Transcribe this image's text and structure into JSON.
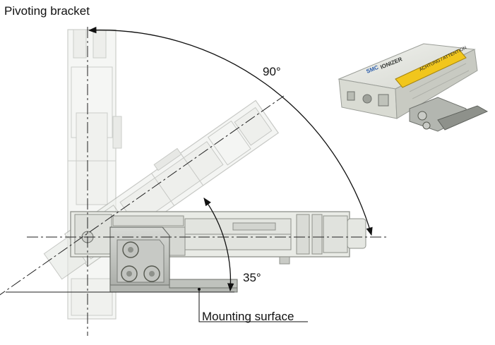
{
  "labels": {
    "title": "Pivoting bracket",
    "angle_large": "90°",
    "angle_small": "35°",
    "surface": "Mounting surface"
  },
  "photo": {
    "brand_mark": "SMC",
    "product_name": "IONIZER",
    "warning_text": "ACHTUNG / ATTENTION"
  },
  "colors": {
    "body_fill": "#e6e8e3",
    "body_stroke": "#9a9d97",
    "bracket_metal": "#b9bcb8",
    "photo_body": "#e2e4dc",
    "photo_dark": "#6f726d",
    "warning_yellow": "#f1c61d",
    "line": "#111111"
  }
}
